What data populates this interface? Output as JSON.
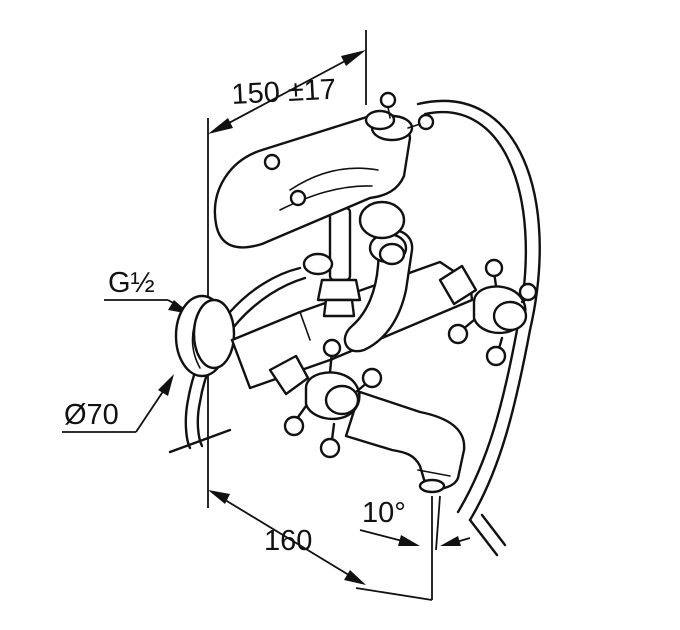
{
  "dimensions": {
    "top_width": "150 ±17",
    "thread": "G½",
    "flange_diameter": "Ø70",
    "projection": "160",
    "angle": "10°"
  }
}
